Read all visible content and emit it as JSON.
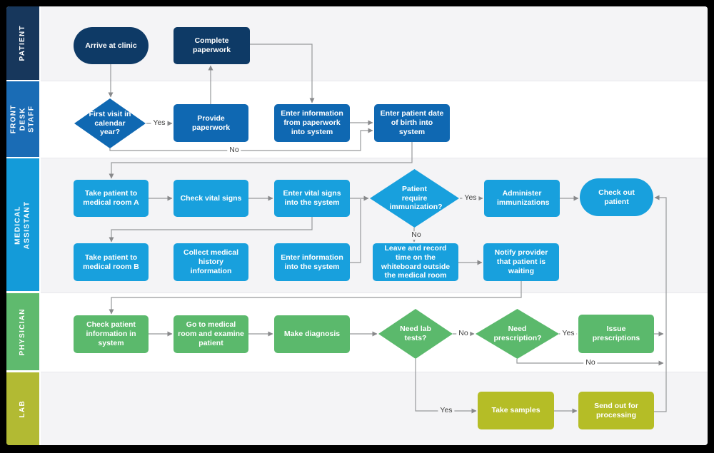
{
  "diagram_type": "swimlane-flowchart",
  "colors": {
    "frame_background": "#000000",
    "lane_header_patient": "#17375c",
    "lane_header_front_desk": "#1a6cb5",
    "lane_header_medical_assistant": "#149bd9",
    "lane_header_physician": "#5fba6e",
    "lane_header_lab": "#b2ba33",
    "node_navy": "#0e3a66",
    "node_blue": "#0f68b2",
    "node_cyan": "#18a0dd",
    "node_green": "#5bb96c",
    "node_olive": "#b5bd26",
    "lane_bg_alt": "#f4f4f6",
    "lane_bg_main": "#ffffff",
    "connector": "#97999b",
    "edge_label_text": "#3f3f3f"
  },
  "lanes": {
    "patient": {
      "label": "PATIENT"
    },
    "front_desk": {
      "label": "FRONT\nDESK STAFF"
    },
    "medical_assistant": {
      "label": "MEDICAL ASSISTANT"
    },
    "physician": {
      "label": "PHYSICIAN"
    },
    "lab": {
      "label": "LAB"
    }
  },
  "nodes": {
    "arrive": {
      "label": "Arrive at clinic",
      "shape": "stadium",
      "lane": "patient"
    },
    "complete_paperwork": {
      "label": "Complete paperwork",
      "shape": "rect",
      "lane": "patient"
    },
    "first_visit": {
      "label": "First visit in calendar year?",
      "shape": "diamond",
      "lane": "front_desk"
    },
    "provide_paperwork": {
      "label": "Provide paperwork",
      "shape": "rect",
      "lane": "front_desk"
    },
    "enter_paperwork": {
      "label": "Enter information from paperwork into system",
      "shape": "rect",
      "lane": "front_desk"
    },
    "enter_dob": {
      "label": "Enter patient date of birth into system",
      "shape": "rect",
      "lane": "front_desk"
    },
    "room_a": {
      "label": "Take patient to medical room A",
      "shape": "rect",
      "lane": "medical_assistant"
    },
    "check_vitals": {
      "label": "Check vital signs",
      "shape": "rect",
      "lane": "medical_assistant"
    },
    "enter_vitals": {
      "label": "Enter vital signs into the system",
      "shape": "rect",
      "lane": "medical_assistant"
    },
    "immunization": {
      "label": "Patient require immunization?",
      "shape": "diamond",
      "lane": "medical_assistant"
    },
    "administer": {
      "label": "Administer immunizations",
      "shape": "rect",
      "lane": "medical_assistant"
    },
    "check_out": {
      "label": "Check out patient",
      "shape": "stadium",
      "lane": "medical_assistant"
    },
    "room_b": {
      "label": "Take patient to medical room B",
      "shape": "rect",
      "lane": "medical_assistant"
    },
    "collect_history": {
      "label": "Collect medical history information",
      "shape": "rect",
      "lane": "medical_assistant"
    },
    "enter_info": {
      "label": "Enter information into the system",
      "shape": "rect",
      "lane": "medical_assistant"
    },
    "leave_record": {
      "label": "Leave and record time on the whiteboard outside the medical room",
      "shape": "rect",
      "lane": "medical_assistant"
    },
    "notify_provider": {
      "label": "Notify provider that patient is waiting",
      "shape": "rect",
      "lane": "medical_assistant"
    },
    "check_patient_info": {
      "label": "Check patient information in system",
      "shape": "rect",
      "lane": "physician"
    },
    "go_to_room": {
      "label": "Go to medical room and examine patient",
      "shape": "rect",
      "lane": "physician"
    },
    "make_diagnosis": {
      "label": "Make diagnosis",
      "shape": "rect",
      "lane": "physician"
    },
    "need_lab": {
      "label": "Need lab tests?",
      "shape": "diamond",
      "lane": "physician"
    },
    "need_rx": {
      "label": "Need prescription?",
      "shape": "diamond",
      "lane": "physician"
    },
    "issue_rx": {
      "label": "Issue prescriptions",
      "shape": "rect",
      "lane": "physician"
    },
    "take_samples": {
      "label": "Take samples",
      "shape": "rect",
      "lane": "lab"
    },
    "send_out": {
      "label": "Send out for processing",
      "shape": "rect",
      "lane": "lab"
    }
  },
  "edge_labels": {
    "first_visit_yes": "Yes",
    "first_visit_no": "No",
    "immunization_yes": "Yes",
    "immunization_no": "No",
    "need_lab_no": "No",
    "need_lab_yes": "Yes",
    "need_rx_yes": "Yes",
    "need_rx_no": "No"
  }
}
